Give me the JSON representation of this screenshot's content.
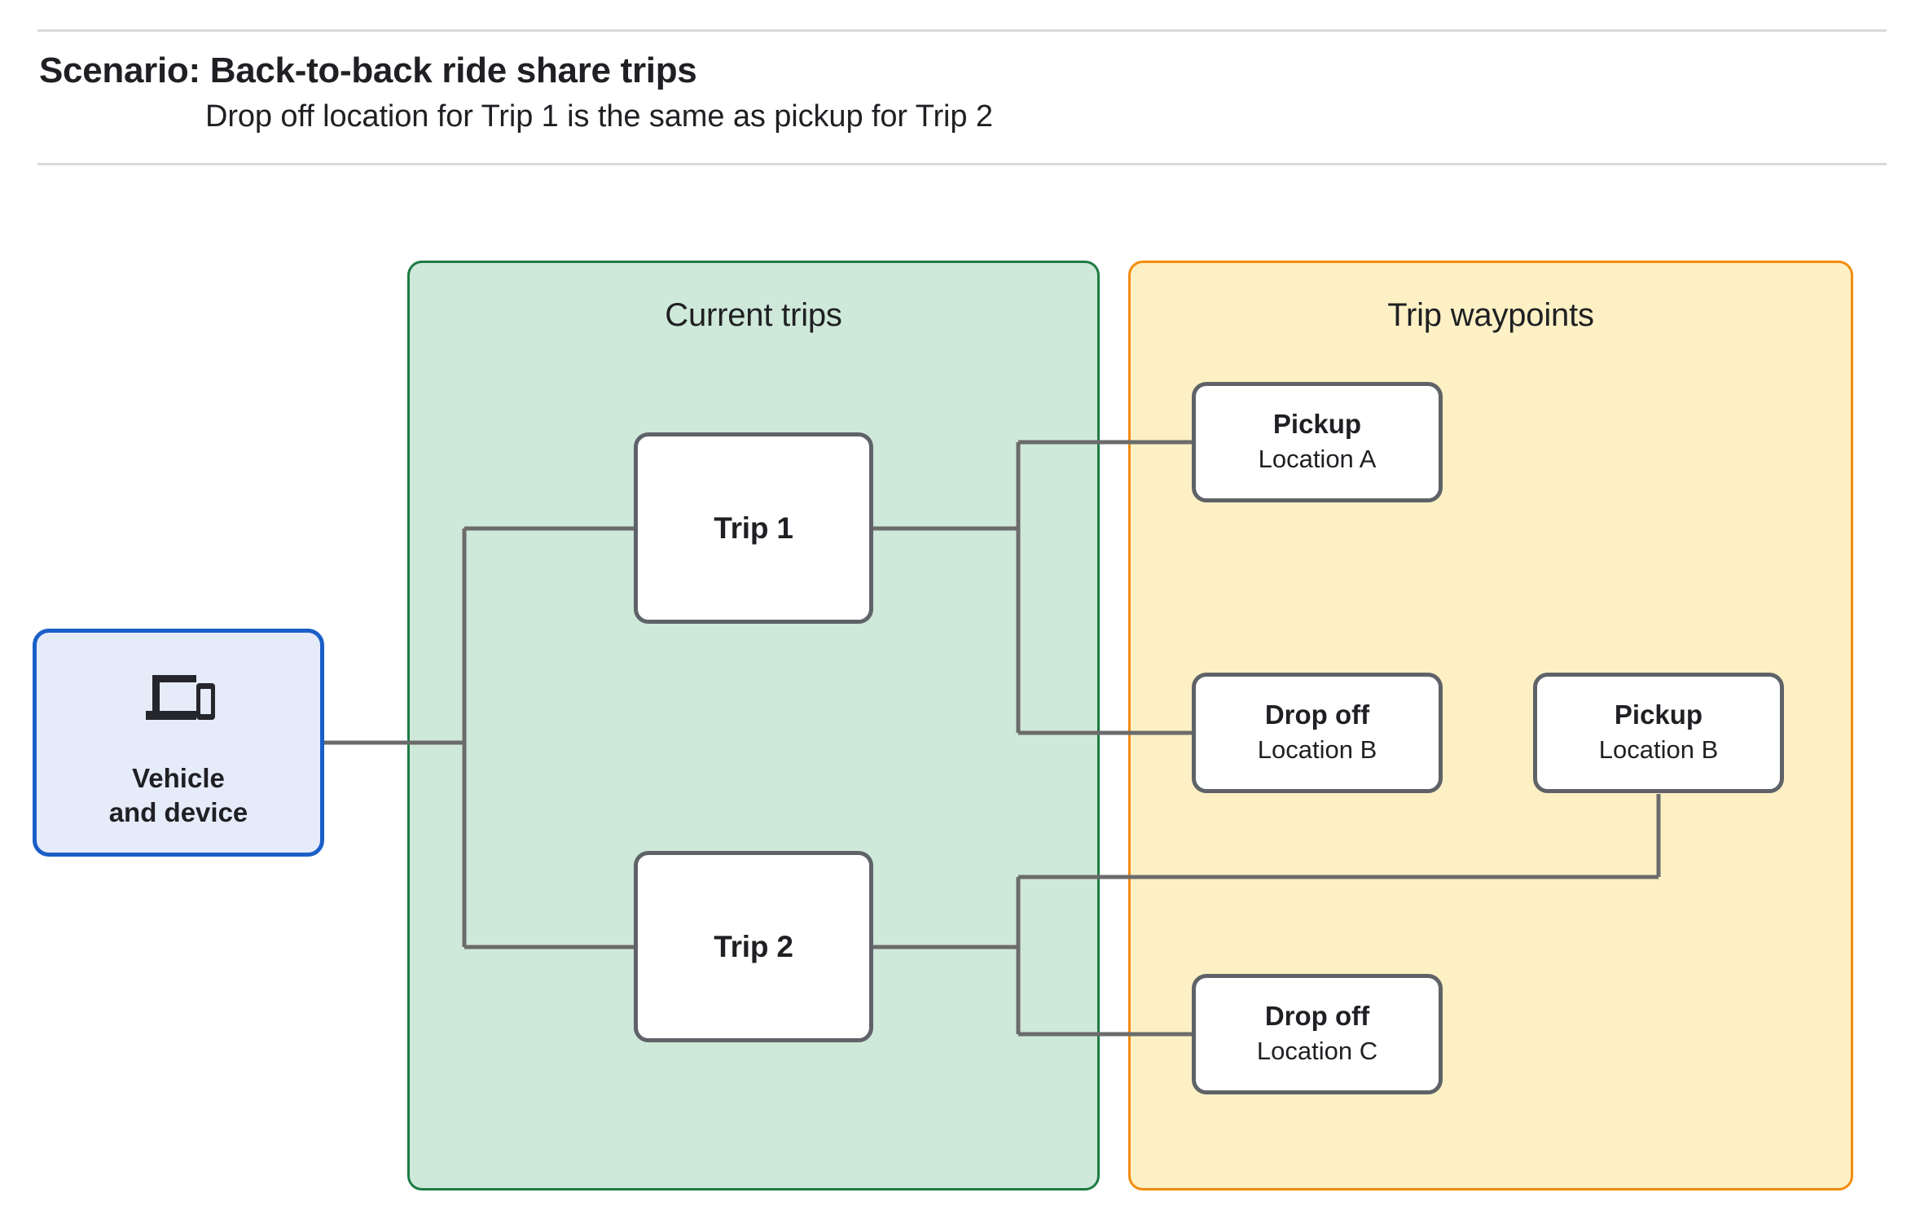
{
  "header": {
    "title": "Scenario: Back-to-back ride share trips",
    "subtitle": "Drop off  location for Trip 1 is the same as pickup for Trip 2"
  },
  "colors": {
    "current_trips_fill": "#cee8d9",
    "current_trips_border": "#1e7b43",
    "trip_waypoints_fill": "#fcf0c4",
    "trip_waypoints_border": "#f28c0f",
    "vehicle_fill": "#e6ebfa",
    "vehicle_border": "#1a5fc8",
    "node_border": "#5f6368",
    "connector": "#6b6b6b",
    "rule": "#d9d9d9"
  },
  "panels": {
    "current_trips": {
      "title": "Current trips"
    },
    "trip_waypoints": {
      "title": "Trip waypoints"
    }
  },
  "vehicle": {
    "icon": "laptop-and-phone-icon",
    "label": "Vehicle\nand device"
  },
  "trips": [
    {
      "id": "trip-1",
      "label": "Trip 1"
    },
    {
      "id": "trip-2",
      "label": "Trip 2"
    }
  ],
  "waypoints": [
    {
      "id": "pickup-a",
      "kind": "Pickup",
      "location": "Location A"
    },
    {
      "id": "dropoff-b",
      "kind": "Drop off",
      "location": "Location B"
    },
    {
      "id": "pickup-b",
      "kind": "Pickup",
      "location": "Location B"
    },
    {
      "id": "dropoff-c",
      "kind": "Drop off",
      "location": "Location C"
    }
  ],
  "chart_data": {
    "type": "diagram",
    "title": "Scenario: Back-to-back ride share trips",
    "nodes": [
      {
        "id": "vehicle",
        "label": "Vehicle and device",
        "group": null
      },
      {
        "id": "trip-1",
        "label": "Trip 1",
        "group": "Current trips"
      },
      {
        "id": "trip-2",
        "label": "Trip 2",
        "group": "Current trips"
      },
      {
        "id": "pickup-a",
        "label": "Pickup Location A",
        "group": "Trip waypoints"
      },
      {
        "id": "dropoff-b",
        "label": "Drop off Location B",
        "group": "Trip waypoints"
      },
      {
        "id": "pickup-b",
        "label": "Pickup Location B",
        "group": "Trip waypoints"
      },
      {
        "id": "dropoff-c",
        "label": "Drop off Location C",
        "group": "Trip waypoints"
      }
    ],
    "edges": [
      {
        "from": "vehicle",
        "to": "trip-1"
      },
      {
        "from": "vehicle",
        "to": "trip-2"
      },
      {
        "from": "trip-1",
        "to": "pickup-a"
      },
      {
        "from": "trip-1",
        "to": "dropoff-b"
      },
      {
        "from": "trip-2",
        "to": "pickup-b"
      },
      {
        "from": "trip-2",
        "to": "dropoff-c"
      }
    ]
  }
}
